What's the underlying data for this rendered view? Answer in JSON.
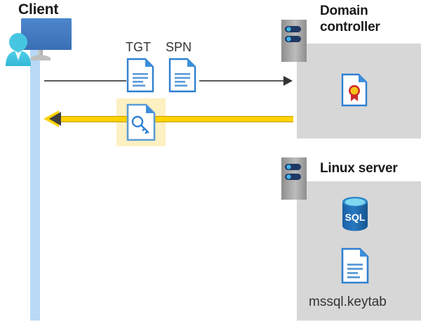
{
  "diagram": {
    "title_client": "Client",
    "title_domain_controller": "Domain\ncontroller",
    "title_domain_controller_line1": "Domain",
    "title_domain_controller_line2": "controller",
    "title_linux_server": "Linux server",
    "labels": {
      "tgt": "TGT",
      "spn": "SPN",
      "keytab_file": "mssql.keytab",
      "sql_badge": "SQL"
    },
    "icons": {
      "client_user": "user-icon",
      "client_monitor": "monitor-icon",
      "domain_controller_server": "server-icon",
      "linux_server": "server-icon",
      "tgt_document": "document-icon",
      "spn_document": "document-icon",
      "key_document": "key-document-icon",
      "certificate_document": "certificate-document-icon",
      "sql_database": "sql-database-icon",
      "keytab_document": "document-icon",
      "request_arrow": "arrow-right-icon",
      "response_arrow": "arrow-left-icon"
    },
    "colors": {
      "panel_grey": "#d7d7d7",
      "lifeline_blue": "#b9d9f7",
      "highlight_yellow": "#fdf0c2",
      "arrow_yellow": "#ffd200",
      "arrow_grey": "#595959",
      "doc_blue": "#2f7fd1",
      "monitor_blue": "#3d7cc9",
      "person_cyan": "#3fc1e0",
      "sql_blue": "#1f6fb8",
      "cert_red": "#cf2a2a",
      "cert_gold": "#f5c518",
      "server_grey": "#9a9a9a",
      "server_slot": "#1f3864",
      "text_dark": "#1a1a1a"
    }
  }
}
